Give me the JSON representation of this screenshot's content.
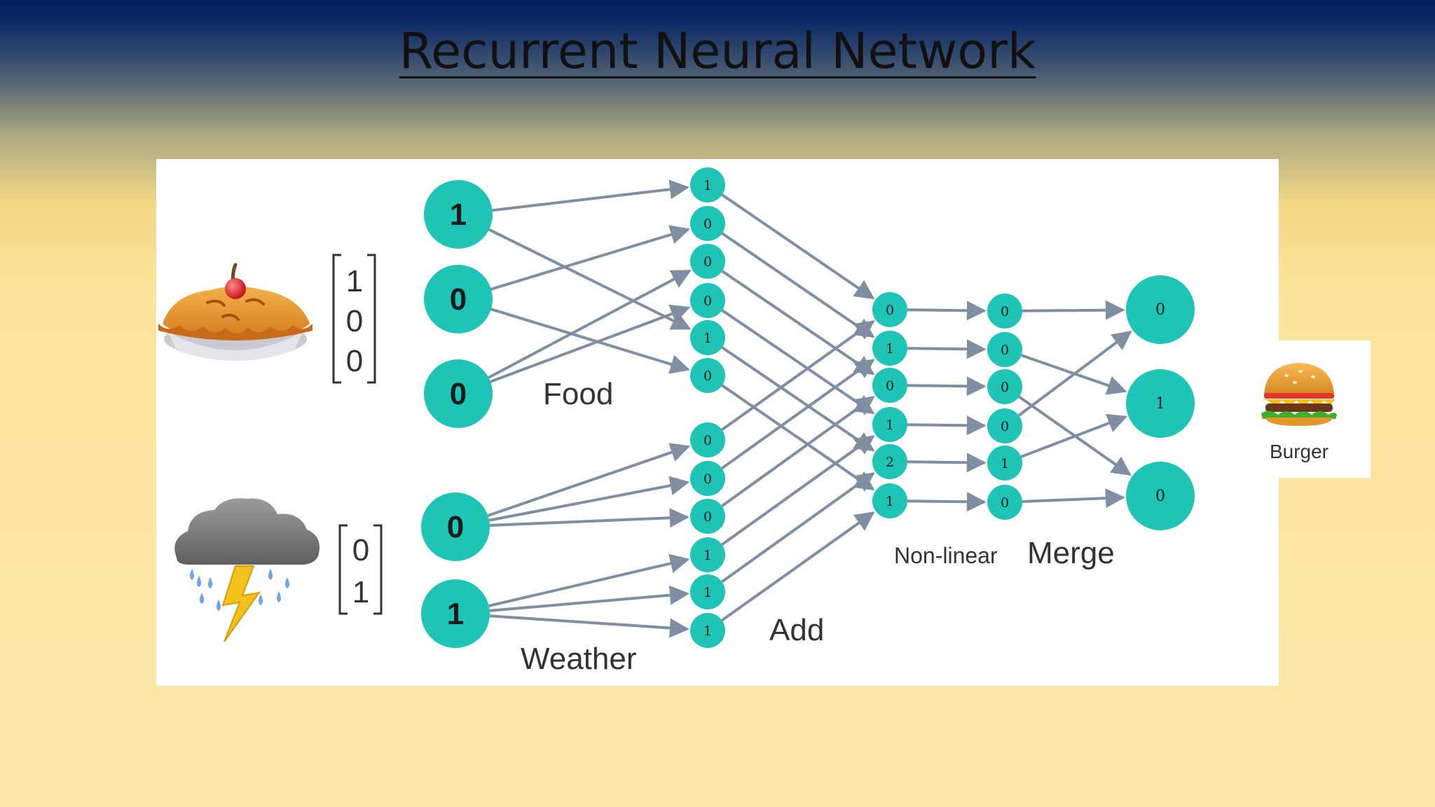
{
  "title": "Recurrent Neural Network",
  "labels": {
    "food": "Food",
    "weather": "Weather",
    "add": "Add",
    "nonlinear": "Non-linear",
    "merge": "Merge",
    "burger": "Burger"
  },
  "vectors": {
    "food": [
      "1",
      "0",
      "0"
    ],
    "weather": [
      "0",
      "1"
    ]
  },
  "inputs": {
    "food": [
      "1",
      "0",
      "0"
    ],
    "weather": [
      "0",
      "1"
    ]
  },
  "food_transform": [
    "1",
    "0",
    "0",
    "0",
    "1",
    "0"
  ],
  "weather_transform": [
    "0",
    "0",
    "0",
    "1",
    "1",
    "1"
  ],
  "add": [
    "0",
    "1",
    "0",
    "1",
    "2",
    "1"
  ],
  "nonlinear": [
    "0",
    "0",
    "0",
    "0",
    "1",
    "0"
  ],
  "merge": [
    "0",
    "1",
    "0"
  ],
  "icons": [
    "pie-icon",
    "storm-cloud-icon",
    "burger-icon"
  ],
  "colors": {
    "node": "#1ec4b5",
    "edge": "#7f8ea0",
    "panel": "#ffffff"
  }
}
